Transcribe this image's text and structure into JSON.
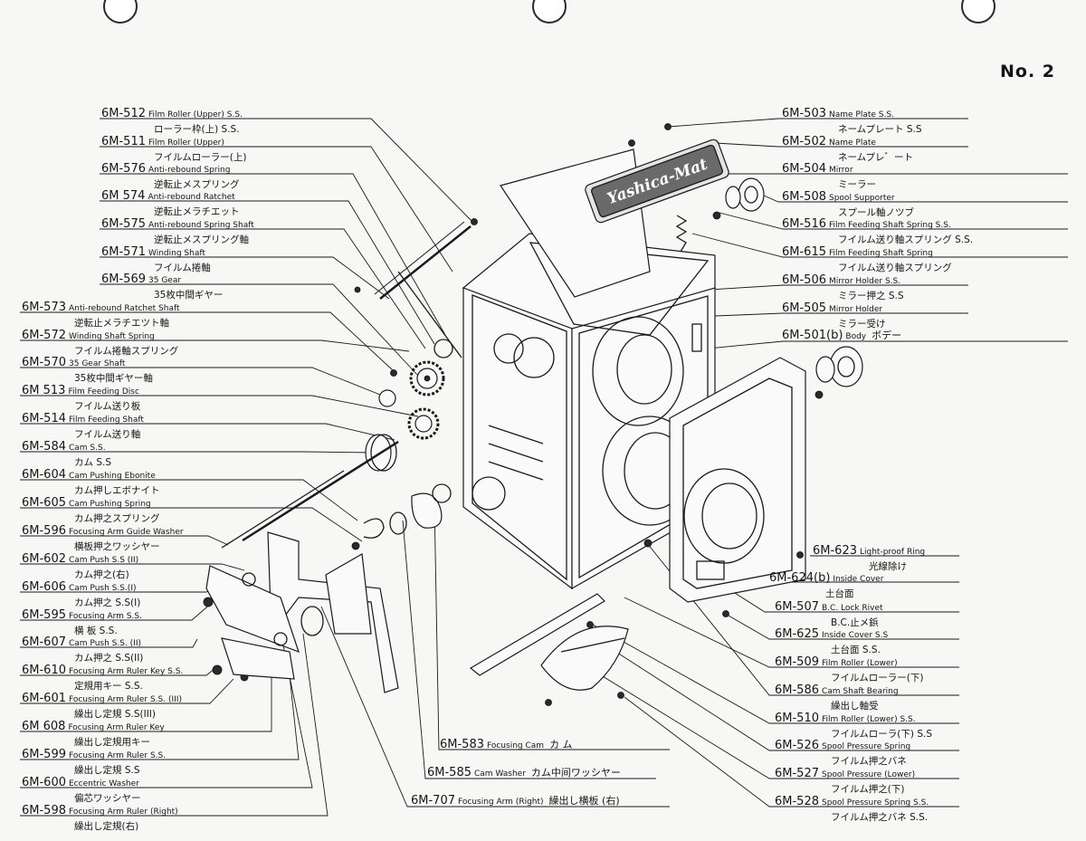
{
  "page_number": "No. 2",
  "left_labels": [
    {
      "code": "6M-512",
      "en": "Film Roller (Upper) S.S.",
      "jp": "ローラー枠(上) S.S."
    },
    {
      "code": "6M-511",
      "en": "Film Roller (Upper)",
      "jp": "フイルムローラー(上)"
    },
    {
      "code": "6M-576",
      "en": "Anti-rebound Spring",
      "jp": "逆転止メスプリング"
    },
    {
      "code": "6M 574",
      "en": "Anti-rebound Ratchet",
      "jp": "逆転止メラチエット"
    },
    {
      "code": "6M-575",
      "en": "Anti-rebound Spring Shaft",
      "jp": "逆転止メスプリング軸"
    },
    {
      "code": "6M-571",
      "en": "Winding Shaft",
      "jp": "フイルム捲軸"
    },
    {
      "code": "6M-569",
      "en": "35 Gear",
      "jp": "35枚中間ギヤー"
    },
    {
      "code": "6M-573",
      "en": "Anti-rebound Ratchet Shaft",
      "jp": "逆転止メラチエツト軸"
    },
    {
      "code": "6M-572",
      "en": "Winding Shaft Spring",
      "jp": "フイルム捲軸スプリング"
    },
    {
      "code": "6M-570",
      "en": "35 Gear Shaft",
      "jp": "35枚中間ギヤー軸"
    },
    {
      "code": "6M 513",
      "en": "Film Feeding Disc",
      "jp": "フイルム送り板"
    },
    {
      "code": "6M-514",
      "en": "Film Feeding Shaft",
      "jp": "フイルム送り軸"
    },
    {
      "code": "6M-584",
      "en": "Cam S.S.",
      "jp": "カム S.S"
    },
    {
      "code": "6M-604",
      "en": "Cam Pushing Ebonite",
      "jp": "カム押しエボナイト"
    },
    {
      "code": "6M-605",
      "en": "Cam Pushing Spring",
      "jp": "カム押之スプリング"
    },
    {
      "code": "6M-596",
      "en": "Focusing Arm Guide Washer",
      "jp": "横板押之ワッシヤー"
    },
    {
      "code": "6M-602",
      "en": "Cam Push S.S (II)",
      "jp": "カム押之(右)"
    },
    {
      "code": "6M-606",
      "en": "Cam Push S.S.(I)",
      "jp": "カム押之 S.S(I)"
    },
    {
      "code": "6M-595",
      "en": "Focusing Arm S.S.",
      "jp": "横 板 S.S."
    },
    {
      "code": "6M-607",
      "en": "Cam Push S.S. (II)",
      "jp": "カム押之 S.S(II)"
    },
    {
      "code": "6M-610",
      "en": "Focusing Arm Ruler Key S.S.",
      "jp": "定規用キー S.S."
    },
    {
      "code": "6M-601",
      "en": "Focusing Arm Ruler S.S. (III)",
      "jp": "繰出し定規 S.S(III)"
    },
    {
      "code": "6M 608",
      "en": "Focusing Arm Ruler Key",
      "jp": "繰出し定規用キー"
    },
    {
      "code": "6M-599",
      "en": "Focusing Arm Ruler S.S.",
      "jp": "繰出し定規 S.S"
    },
    {
      "code": "6M-600",
      "en": "Eccentric Washer",
      "jp": "偏芯ワッシヤー"
    },
    {
      "code": "6M-598",
      "en": "Focusing Arm Ruler (Right)",
      "jp": "繰出し定規(右)"
    }
  ],
  "right_labels": [
    {
      "code": "6M-503",
      "en": "Name Plate S.S.",
      "jp": "ネームプレート S.S"
    },
    {
      "code": "6M-502",
      "en": "Name Plate",
      "jp": "ネームプレ゛ート"
    },
    {
      "code": "6M-504",
      "en": "Mirror",
      "jp": "ミーラー"
    },
    {
      "code": "6M-508",
      "en": "Spool Supporter",
      "jp": "スプール軸ノツブ"
    },
    {
      "code": "6M-516",
      "en": "Film Feeding Shaft Spring S.S.",
      "jp": "フイルム送り軸スプリング S.S."
    },
    {
      "code": "6M-615",
      "en": "Film Feeding Shaft Spring",
      "jp": "フイルム送り軸スプリング"
    },
    {
      "code": "6M-506",
      "en": "Mirror Holder S.S.",
      "jp": "ミラー押之 S.S"
    },
    {
      "code": "6M-505",
      "en": "Mirror Holder",
      "jp": "ミラー受け"
    },
    {
      "code": "6M-501(b)",
      "en": "Body",
      "jp": "ボデー"
    },
    {
      "code": "6M-623",
      "en": "Light-proof Ring",
      "jp": "光線除け"
    },
    {
      "code": "6M-624(b)",
      "en": "Inside Cover",
      "jp": "土台面"
    },
    {
      "code": "6M-507",
      "en": "B.C. Lock Rivet",
      "jp": "B.C.止メ鋲"
    },
    {
      "code": "6M-625",
      "en": "Inside Cover S.S",
      "jp": "土台面 S.S."
    },
    {
      "code": "6M-509",
      "en": "Film Roller (Lower)",
      "jp": "フイルムローラー(下)"
    },
    {
      "code": "6M-586",
      "en": "Cam Shaft Bearing",
      "jp": "繰出し軸受"
    },
    {
      "code": "6M-510",
      "en": "Film Roller (Lower) S.S.",
      "jp": "フイルムローラ(下) S.S"
    },
    {
      "code": "6M-526",
      "en": "Spool Pressure Spring",
      "jp": "フイルム押之バネ"
    },
    {
      "code": "6M-527",
      "en": "Spool Pressure (Lower)",
      "jp": "フイルム押之(下)"
    },
    {
      "code": "6M-528",
      "en": "Spool Pressure Spring S.S.",
      "jp": "フイルム押之バネ S.S."
    }
  ],
  "bottom_labels": [
    {
      "code": "6M-583",
      "en": "Focusing Cam",
      "jp": "カ ム"
    },
    {
      "code": "6M-585",
      "en": "Cam Washer",
      "jp": "カム中间ワッシヤー"
    },
    {
      "code": "6M-707",
      "en": "Focusing Arm (Right)",
      "jp": "繰出し横板 (右)"
    }
  ],
  "nameplate_text": "Yashica-Mat"
}
